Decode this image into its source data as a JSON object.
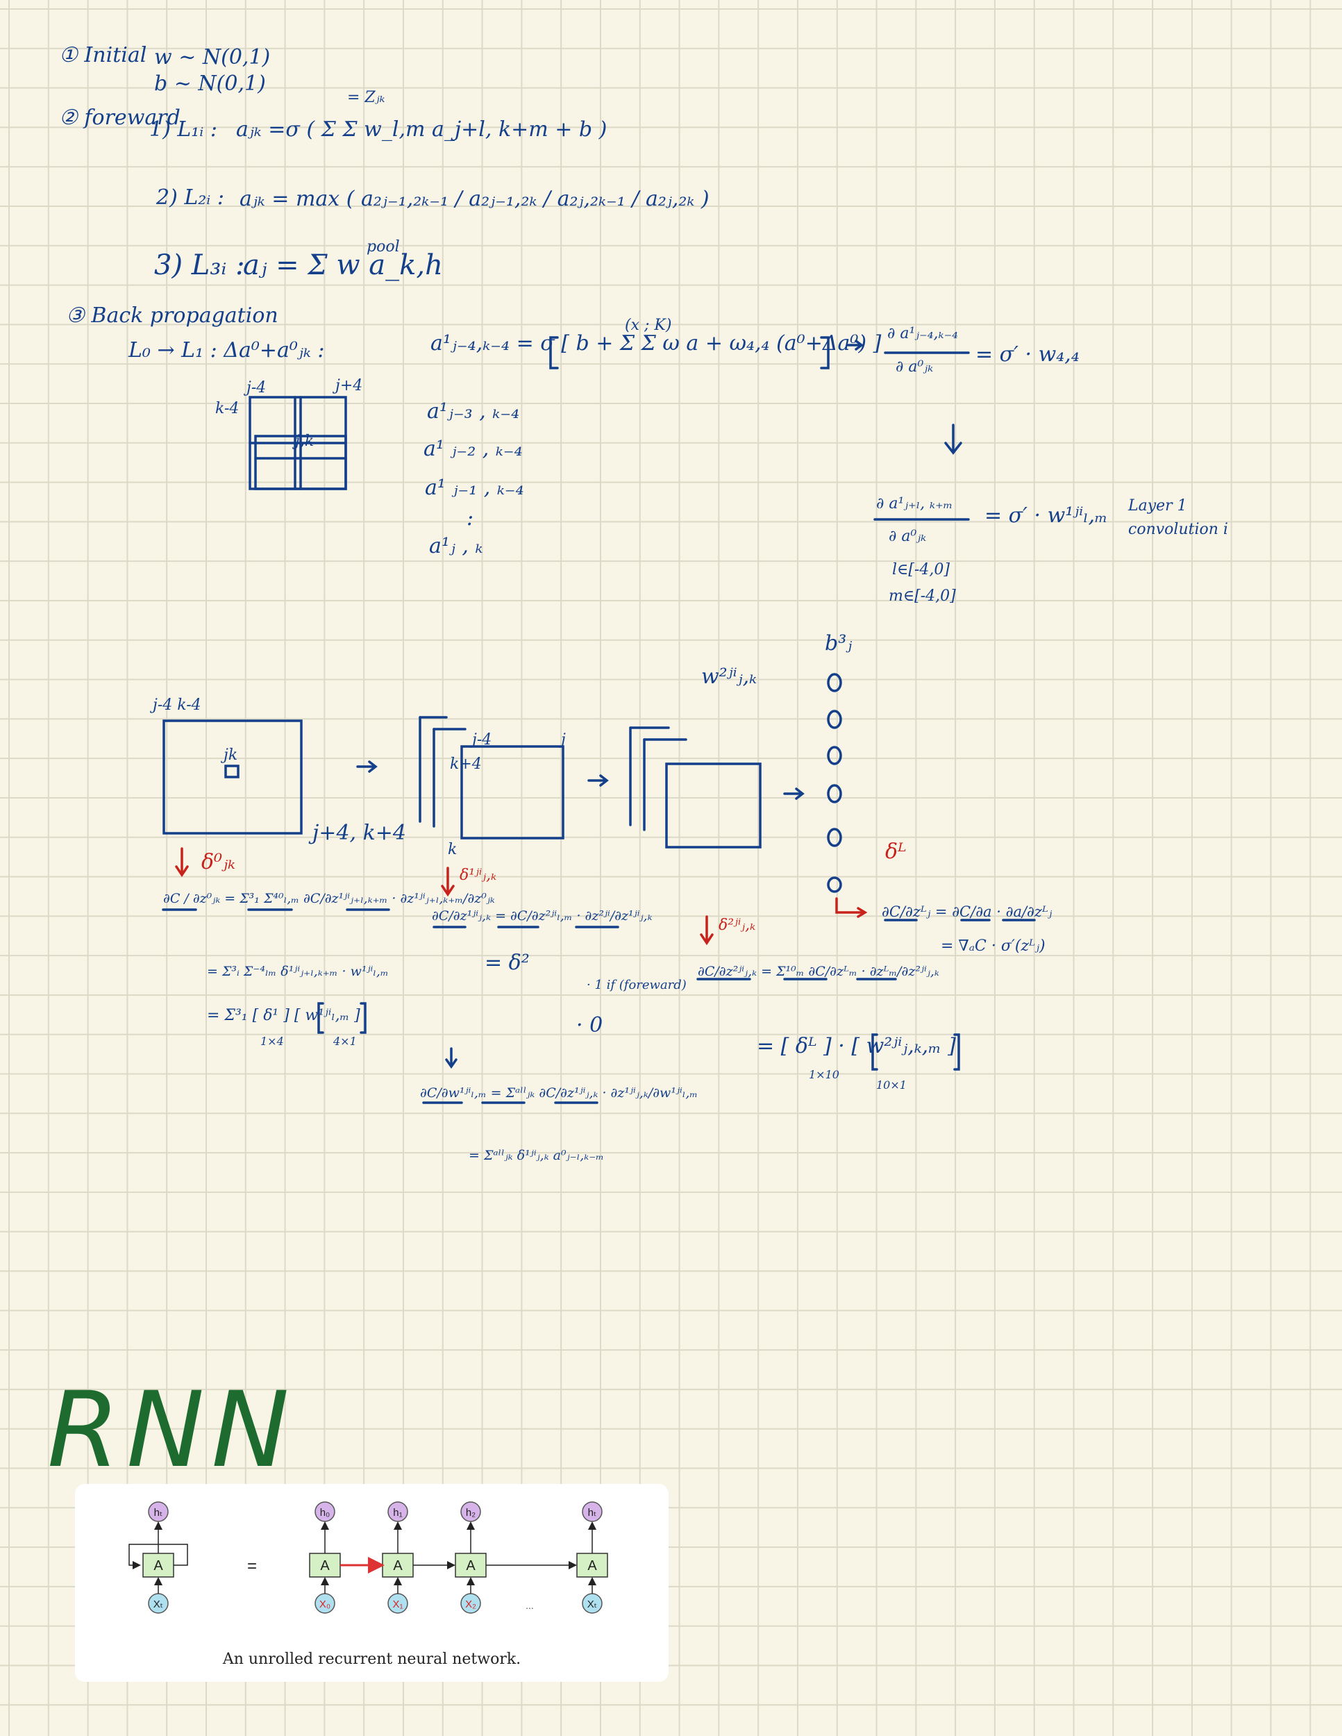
{
  "header": {
    "step1_label": "① Initial",
    "w_init": "w ~ N(0,1)",
    "b_init": "b ~ N(0,1)",
    "step2_label": "② foreward",
    "l1_label": "1)  L₁ᵢ :",
    "l1_formula": "aⱼₖ =σ ( Σ Σ w_l,m  a_j+l, k+m + b )",
    "z_annot": "= Zⱼₖ",
    "l2_label": "2) L₂ᵢ :",
    "l2_formula": "aⱼₖ = max ( a₂ⱼ₋₁,₂ₖ₋₁ / a₂ⱼ₋₁,₂ₖ / a₂ⱼ,₂ₖ₋₁ / a₂ⱼ,₂ₖ )",
    "l3_label": "3) L₃ᵢ :",
    "l3_formula": "aⱼ = Σ w a_k,h",
    "pool": "pool",
    "step3_label": "③ Back propagation",
    "l0l1": "L₀ → L₁ : Δa⁰+a⁰ⱼₖ :"
  },
  "backprop": {
    "grid_labels": [
      "j-4",
      "k-4",
      "j+4",
      "j,k"
    ],
    "eq_main": "a¹ⱼ₋₄,ₖ₋₄ = σ [ b + Σ Σ ω a + ω₄,₄ (a⁰+Δa⁰) ]",
    "xk": "(x ; K)",
    "list": [
      "a¹ⱼ₋₃ , ₖ₋₄",
      "a¹ ⱼ₋₂ , ₖ₋₄",
      "a¹ ⱼ₋₁ , ₖ₋₄",
      ":",
      "a¹ⱼ , ₖ"
    ],
    "deriv1_num": "∂ a¹ⱼ₋₄,ₖ₋₄",
    "deriv1_den": "∂ a⁰ⱼₖ",
    "deriv1_rhs": "= σ′ · w₄,₄",
    "deriv2_num": "∂ a¹ⱼ₊ₗ, ₖ₊ₘ",
    "deriv2_den": "∂ a⁰ⱼₖ",
    "deriv2_rhs": "= σ′ · w¹ʲⁱₗ,ₘ",
    "ranges": [
      "l∈[-4,0]",
      "m∈[-4,0]"
    ],
    "layer_note": [
      "Layer 1",
      "convolution i"
    ]
  },
  "network": {
    "labels": {
      "in_topleft": "j-4 k-4",
      "in_center": "jk",
      "in_bottom": "j+4, k+4",
      "c1_top": "j-4",
      "c1_k4": "k+4",
      "c1_j": "j",
      "c1_k": "k",
      "w_label": "w²ʲⁱⱼ,ₖ",
      "b_label": "b³ⱼ"
    },
    "deltas": {
      "d0": "δ⁰ⱼₖ",
      "d1": "δ¹ʲⁱⱼ,ₖ",
      "d2": "δ²ʲⁱⱼ,ₖ",
      "dL": "δᴸ"
    },
    "eqs": {
      "left1": "∂C / ∂z⁰ⱼₖ = Σ³₁ Σ⁴⁰ₗ,ₘ  ∂C/∂z¹ʲⁱⱼ₊ₗ,ₖ₊ₘ · ∂z¹ʲⁱⱼ₊ₗ,ₖ₊ₘ/∂z⁰ⱼₖ",
      "left2": "= Σ³ᵢ Σ⁻⁴ₗₘ  δ¹ʲⁱⱼ₊ₗ,ₖ₊ₘ · w¹ʲⁱₗ,ₘ",
      "left3": "= Σ³₁ [ δ¹ ]  [ w¹ʲⁱₗ,ₘ ]",
      "left3_dims": [
        "1×4",
        "4×1"
      ],
      "mid1": "∂C/∂z¹ʲⁱⱼ,ₖ = ∂C/∂z²ʲⁱₗ,ₘ · ∂z²ʲⁱ/∂z¹ʲⁱⱼ,ₖ",
      "mid2": "= δ²",
      "mid_if": "· 1  if (foreward)",
      "mid_zero": "· 0",
      "mid3": "∂C/∂w¹ʲⁱₗ,ₘ = Σᵃˡˡⱼₖ ∂C/∂z¹ʲⁱⱼ,ₖ · ∂z¹ʲⁱⱼ,ₖ/∂w¹ʲⁱₗ,ₘ",
      "mid4": "= Σᵃˡˡⱼₖ δ¹ʲⁱⱼ,ₖ  a⁰ⱼ₋ₗ,ₖ₋ₘ",
      "right1": "∂C/∂z²ʲⁱⱼ,ₖ = Σ¹⁰ₘ ∂C/∂zᴸₘ · ∂zᴸₘ/∂z²ʲⁱⱼ,ₖ",
      "right2": "= [ δᴸ ] · [ w²ʲⁱⱼ,ₖ,ₘ ]",
      "right_dims": [
        "1×10",
        "10×1"
      ],
      "out1": "∂C/∂zᴸⱼ = ∂C/∂a · ∂a/∂zᴸⱼ",
      "out2": "= ∇ₐC · σ′(zᴸⱼ)"
    }
  },
  "rnn": {
    "title": "RNN",
    "caption": "An unrolled recurrent neural network.",
    "cell_label": "A",
    "equals": "=",
    "ellipsis": "...",
    "h_labels": [
      "hₜ",
      "h₀",
      "h₁",
      "h₂",
      "hₜ"
    ],
    "x_labels": [
      "Xₜ",
      "X₀",
      "X₁",
      "X₂",
      "Xₜ"
    ]
  },
  "colors": {
    "paper": "#f8f5e7",
    "grid": "#dcd9c6",
    "ink_blue": "#143f8a",
    "ink_red": "#c8221c",
    "ink_green": "#1d6b2e"
  }
}
